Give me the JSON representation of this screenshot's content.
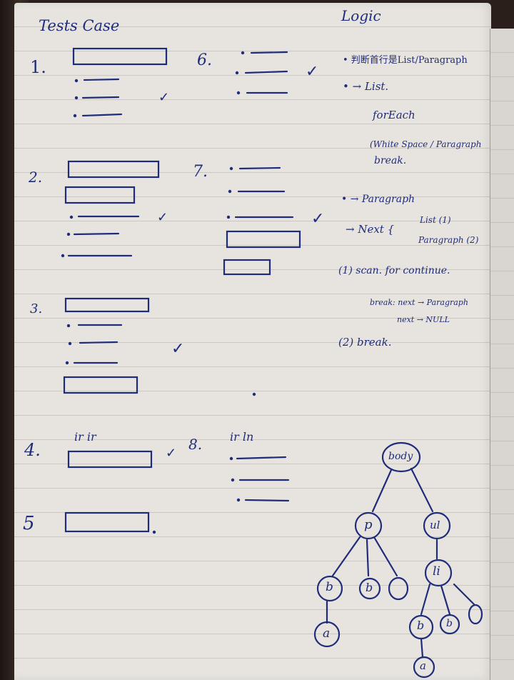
{
  "header": {
    "left_title": "Tests Case",
    "right_title": "Logic"
  },
  "cases": [
    {
      "num": "1.",
      "mark": "✓"
    },
    {
      "num": "2.",
      "mark": "✓"
    },
    {
      "num": "3.",
      "mark": "✓"
    },
    {
      "num": "4.",
      "tag": "ir ir",
      "mark": "✓"
    },
    {
      "num": "5"
    },
    {
      "num": "6.",
      "mark": "✓"
    },
    {
      "num": "7.",
      "mark": "✓"
    },
    {
      "num": "8.",
      "tag": "ir ln"
    }
  ],
  "logic": {
    "line1": "• 判断首行是List/Paragraph",
    "line2": "• → List.",
    "line3": "forEach",
    "line4a": "(White Space / Paragraph",
    "line4b": "break.",
    "line5": "• → Paragraph",
    "line6_prefix": "→ Next {",
    "line6_a": "List      (1)",
    "line6_b": "Paragraph (2)",
    "line7": "(1) scan. for continue.",
    "line8a": "break: next → Paragraph",
    "line8b": "next → NULL",
    "line9": "(2) break."
  },
  "tree": {
    "root": "body",
    "p": "p",
    "ul": "ul",
    "b1": "b",
    "b2": "b",
    "a1": "a",
    "li": "li",
    "b3": "b",
    "b4": "b",
    "a2": "a"
  }
}
